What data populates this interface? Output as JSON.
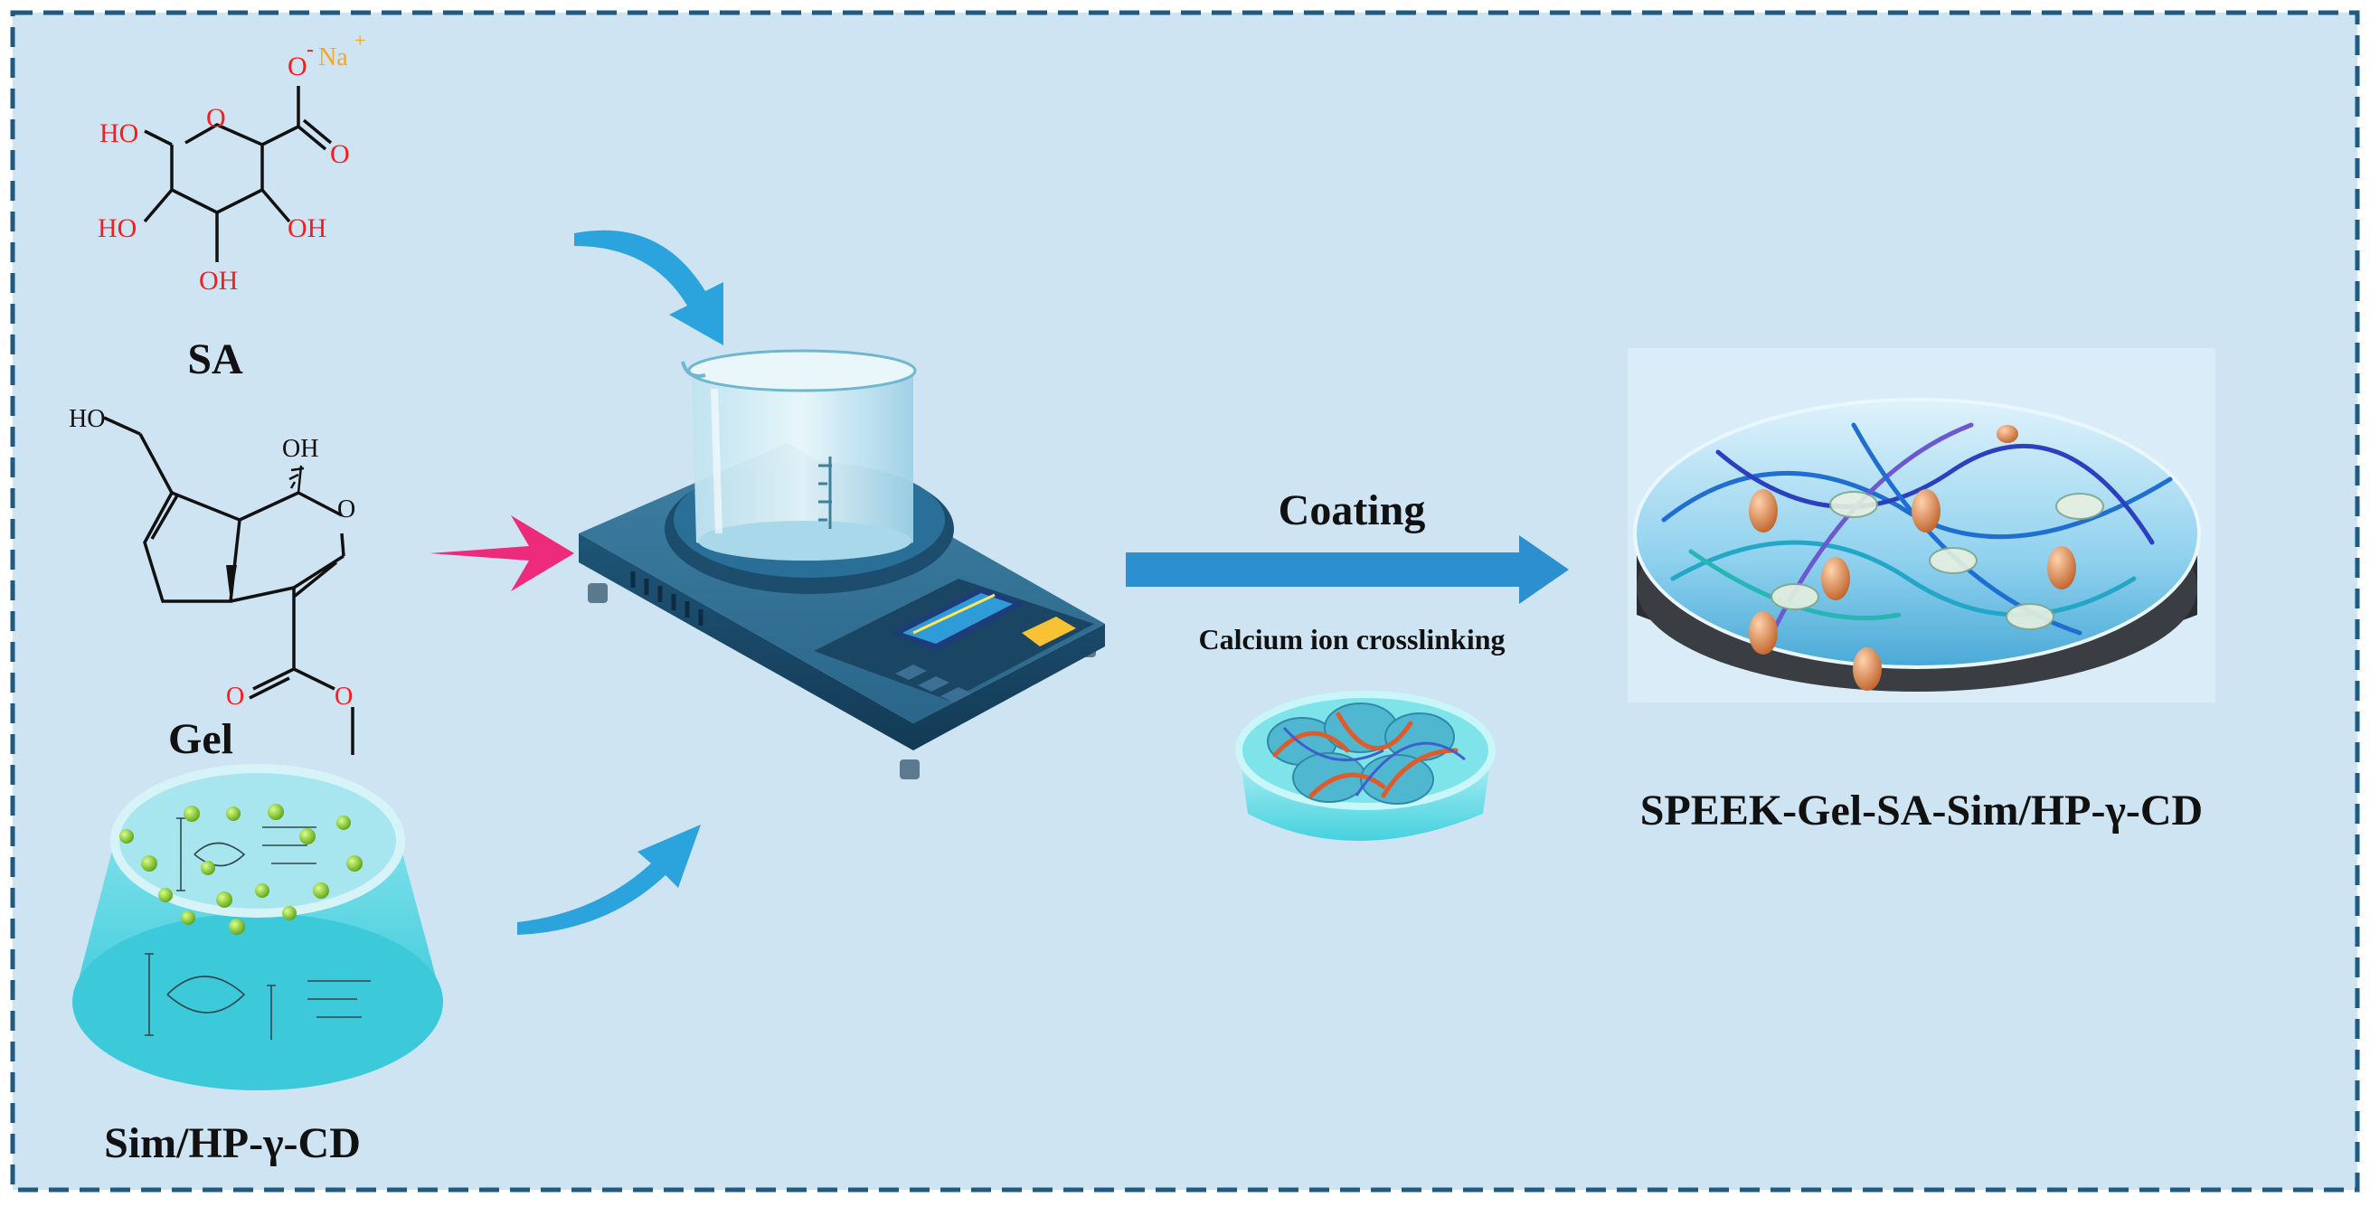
{
  "colors": {
    "panel_bg": "#cfe4f3",
    "border": "#1f5a80",
    "arrow_blue": "#2ba3dc",
    "arrow_pink": "#ee2a7b",
    "process_arrow": "#2b8fd0",
    "oxygen_red": "#ff1a1a",
    "sodium_orange": "#f5a623",
    "beads_green": "#8ccf2a",
    "particles_orange": "#d97b3c"
  },
  "labels": {
    "sa": "SA",
    "gel": "Gel",
    "sim": "Sim/HP-γ-CD",
    "coating": "Coating",
    "crosslink": "Calcium ion crosslinking",
    "product": "SPEEK-Gel-SA-Sim/HP-γ-CD"
  },
  "sa_structure": {
    "ho_left": "HO",
    "ring_o": "O",
    "o_minus": "O",
    "minus": "-",
    "na": "Na",
    "plus": "+",
    "carbonyl_o": "O",
    "ho_mid": "HO",
    "oh_right": "OH",
    "oh_bottom": "OH"
  },
  "gel_structure": {
    "ho_top": "HO",
    "oh_top": "OH",
    "ring_o": "O",
    "carbonyl_o": "O",
    "ester_o": "O"
  },
  "icons": [
    "curved-arrow-icon",
    "pink-arrow-icon",
    "beaker-icon",
    "balance-icon",
    "petri-dish-icon",
    "coated-disc-icon",
    "cyclodextrin-bowl-icon"
  ]
}
